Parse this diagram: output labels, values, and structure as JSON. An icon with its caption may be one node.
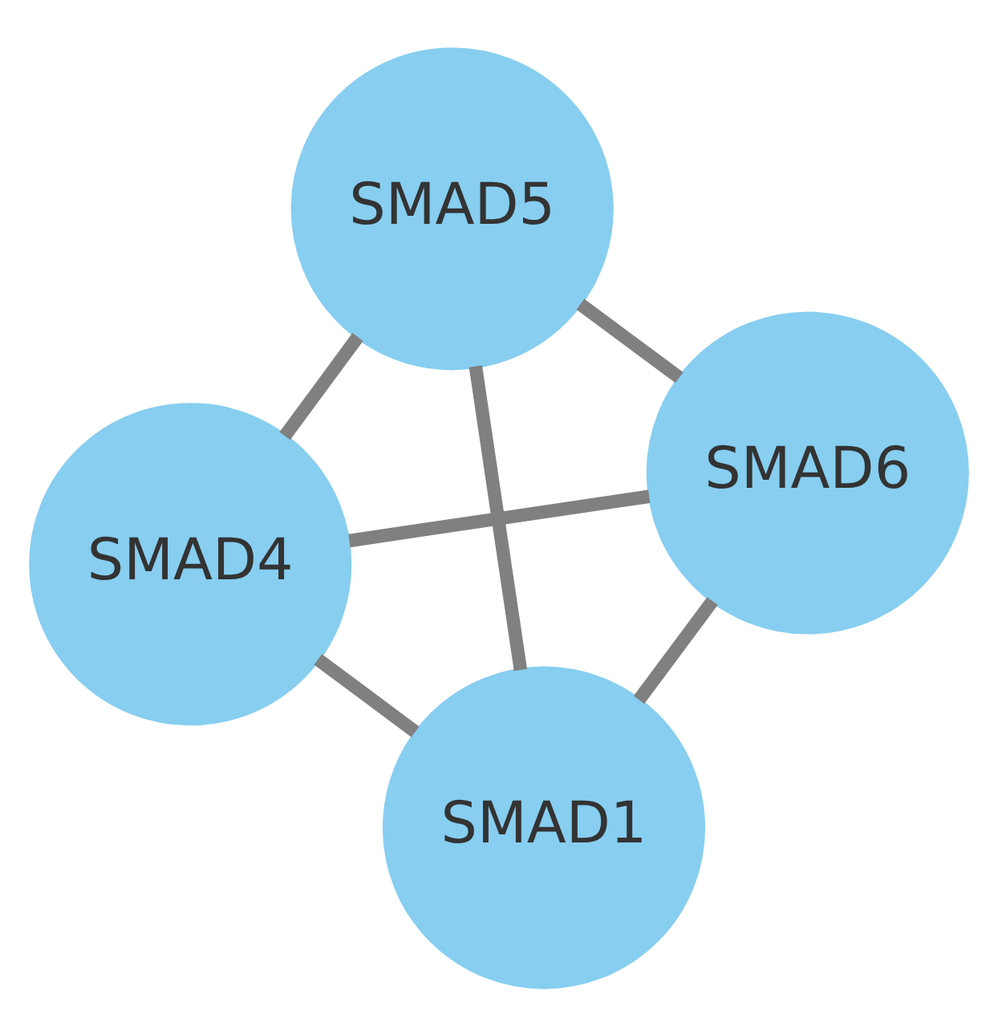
{
  "diagram": {
    "nodes": [
      {
        "text": [
          "SMAD4"
        ]
      },
      {
        "text": [
          "SMAD6"
        ]
      },
      {
        "text": [
          "SMAD1"
        ]
      },
      {
        "text": [
          "SMAD5"
        ]
      }
    ],
    "edges": [
      {
        "from": 0,
        "to": 1,
        "arrow": "none"
      },
      {
        "from": 0,
        "to": 2,
        "arrow": "none"
      },
      {
        "from": 0,
        "to": 3,
        "arrow": "none"
      },
      {
        "from": 1,
        "to": 2,
        "arrow": "none"
      },
      {
        "from": 1,
        "to": 3,
        "arrow": "none"
      },
      {
        "from": 2,
        "to": 3,
        "arrow": "none"
      }
    ]
  }
}
